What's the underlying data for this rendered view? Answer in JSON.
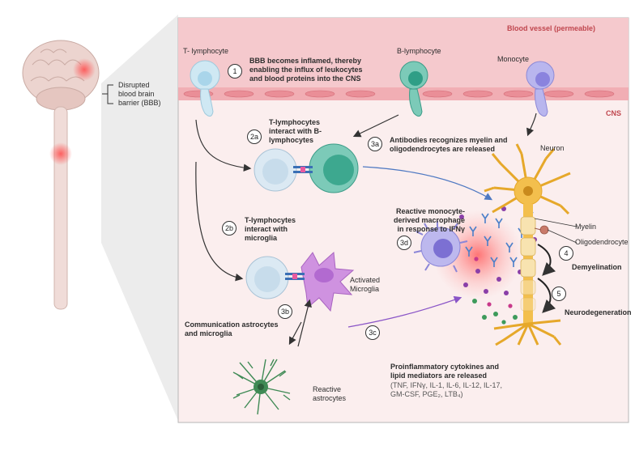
{
  "labels": {
    "blood_vessel": "Blood vessel (permeable)",
    "cns": "CNS",
    "disrupted_bbb": [
      "Disrupted",
      "blood brain",
      "barrier (BBB)"
    ],
    "t_lymphocyte": "T- lymphocyte",
    "b_lymphocyte": "B-lymphocyte",
    "monocyte": "Monocyte",
    "neuron": "Neuron",
    "myelin": "Myelin",
    "oligodendrocyte": "Oligodendrocyte",
    "demyelination": "Demyelination",
    "neurodegeneration": "Neurodegeneration",
    "activated_microglia": [
      "Activated",
      "Microglia"
    ],
    "reactive_astrocytes": [
      "Reactive",
      "astrocytes"
    ]
  },
  "steps": {
    "s1": {
      "num": "1",
      "text": [
        "BBB becomes inflamed, thereby",
        "enabling the influx of leukocytes",
        "and blood proteins into the CNS"
      ]
    },
    "s2a": {
      "num": "2a",
      "text": [
        "T-lymphocytes",
        "interact with B-",
        "lymphocytes"
      ]
    },
    "s2b": {
      "num": "2b",
      "text": [
        "T-lymphocytes",
        "interact with",
        "microglia"
      ]
    },
    "s3a": {
      "num": "3a",
      "text": [
        "Antibodies recognizes myelin and",
        "oligodendrocytes are released"
      ]
    },
    "s3b": {
      "num": "3b",
      "text": [
        "Communication astrocytes",
        "and microglia"
      ]
    },
    "s3c": {
      "num": "3c",
      "text": [
        "Proinflammatory cytokines and",
        "lipid mediators are released"
      ],
      "detail": [
        "(TNF, IFNγ, IL-1, IL-6, IL-12, IL-17,",
        "GM-CSF, PGE₂, LTB₄)"
      ]
    },
    "s3d": {
      "num": "3d",
      "text": [
        "Reactive monocyte-",
        "derived macrophage",
        "in response to IFNγ"
      ]
    },
    "s4": {
      "num": "4"
    },
    "s5": {
      "num": "5"
    }
  },
  "colors": {
    "panel_bg": "#fbeeee",
    "vessel": "#f5c9cd",
    "accent_red": "#c0474f",
    "t_cell": "#bfe0ef",
    "b_cell": "#4fb8a3",
    "monocyte": "#a9a6e6",
    "microglia": "#c27ad6",
    "astrocyte": "#3f8a55",
    "neuron": "#f0b43a"
  }
}
